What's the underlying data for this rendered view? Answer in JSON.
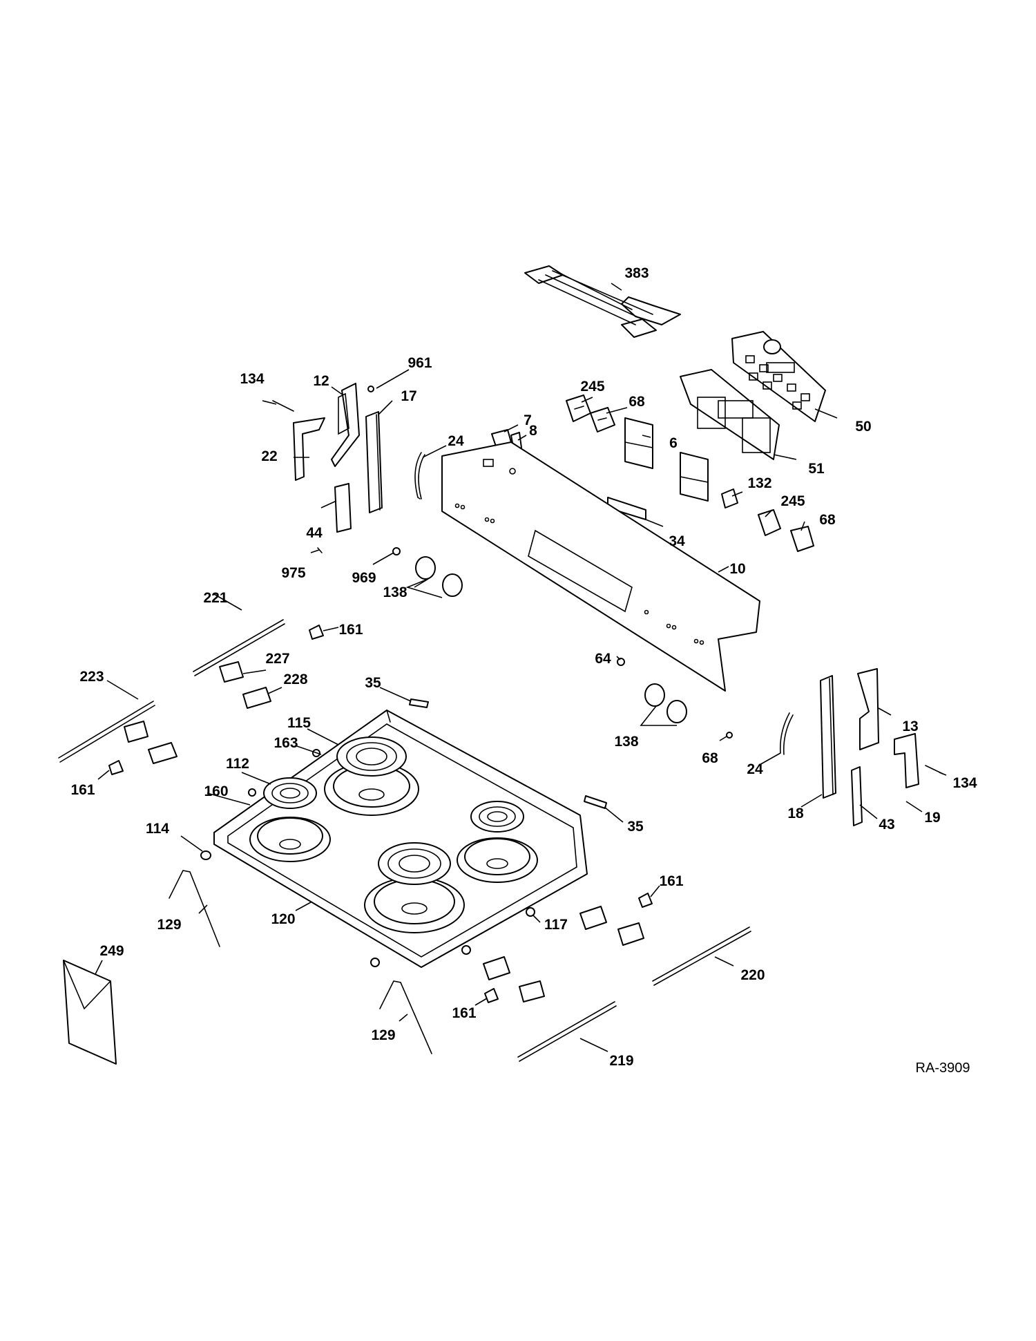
{
  "diagram": {
    "reference": "RA-3909",
    "callouts": {
      "c383": "383",
      "c961": "961",
      "c134a": "134",
      "c12": "12",
      "c17": "17",
      "c245a": "245",
      "c68a": "68",
      "c7": "7",
      "c8": "8",
      "c24a": "24",
      "c6": "6",
      "c50": "50",
      "c51": "51",
      "c22": "22",
      "c132": "132",
      "c245b": "245",
      "c68b": "68",
      "c44": "44",
      "c34": "34",
      "c975": "975",
      "c969": "969",
      "c10": "10",
      "c138a": "138",
      "c221": "221",
      "c161a": "161",
      "c227": "227",
      "c64": "64",
      "c223": "223",
      "c228": "228",
      "c35a": "35",
      "c13": "13",
      "c115": "115",
      "c138b": "138",
      "c163": "163",
      "c68c": "68",
      "c24b": "24",
      "c134b": "134",
      "c112": "112",
      "c161b": "161",
      "c160": "160",
      "c18": "18",
      "c43": "43",
      "c19": "19",
      "c35b": "35",
      "c114": "114",
      "c161c": "161",
      "c129a": "129",
      "c117": "117",
      "c120": "120",
      "c249": "249",
      "c220": "220",
      "c161d": "161",
      "c129b": "129",
      "c219": "219"
    }
  }
}
